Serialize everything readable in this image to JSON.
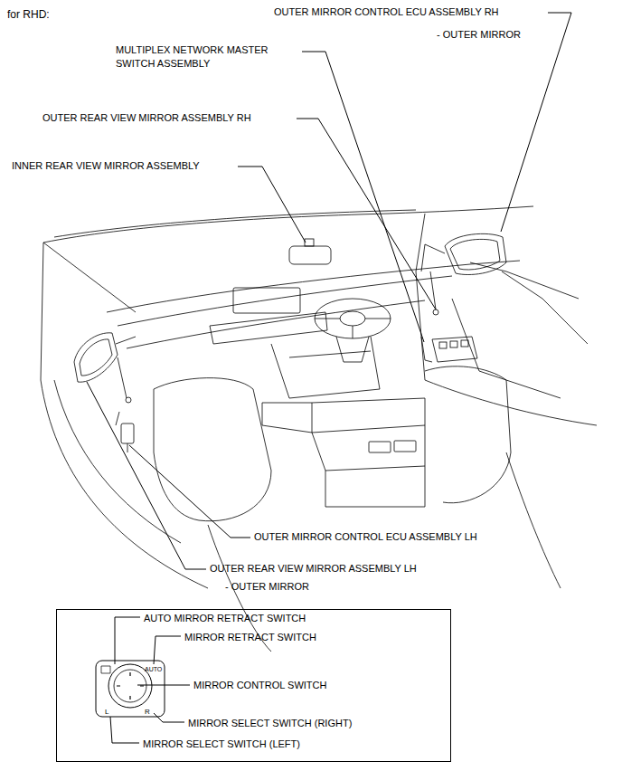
{
  "diagram": {
    "nodes": [
      {
        "text": [
          "AUTO MIRROR RETRACT SWITCH",
          "MIRROR RETRACT SWITCH",
          "MIRROR CONTROL SWITCH",
          "MIRROR SELECT SWITCH (RIGHT)",
          "MIRROR SELECT SWITCH (LEFT)"
        ]
      }
    ],
    "labels": [
      "for RHD:",
      "OUTER MIRROR CONTROL ECU ASSEMBLY RH",
      "- OUTER MIRROR",
      "MULTIPLEX NETWORK MASTER SWITCH ASSEMBLY",
      "OUTER REAR VIEW MIRROR ASSEMBLY RH",
      "INNER REAR VIEW MIRROR ASSEMBLY",
      "OUTER MIRROR CONTROL ECU ASSEMBLY LH",
      "OUTER REAR VIEW MIRROR ASSEMBLY LH",
      "- OUTER MIRROR"
    ]
  }
}
